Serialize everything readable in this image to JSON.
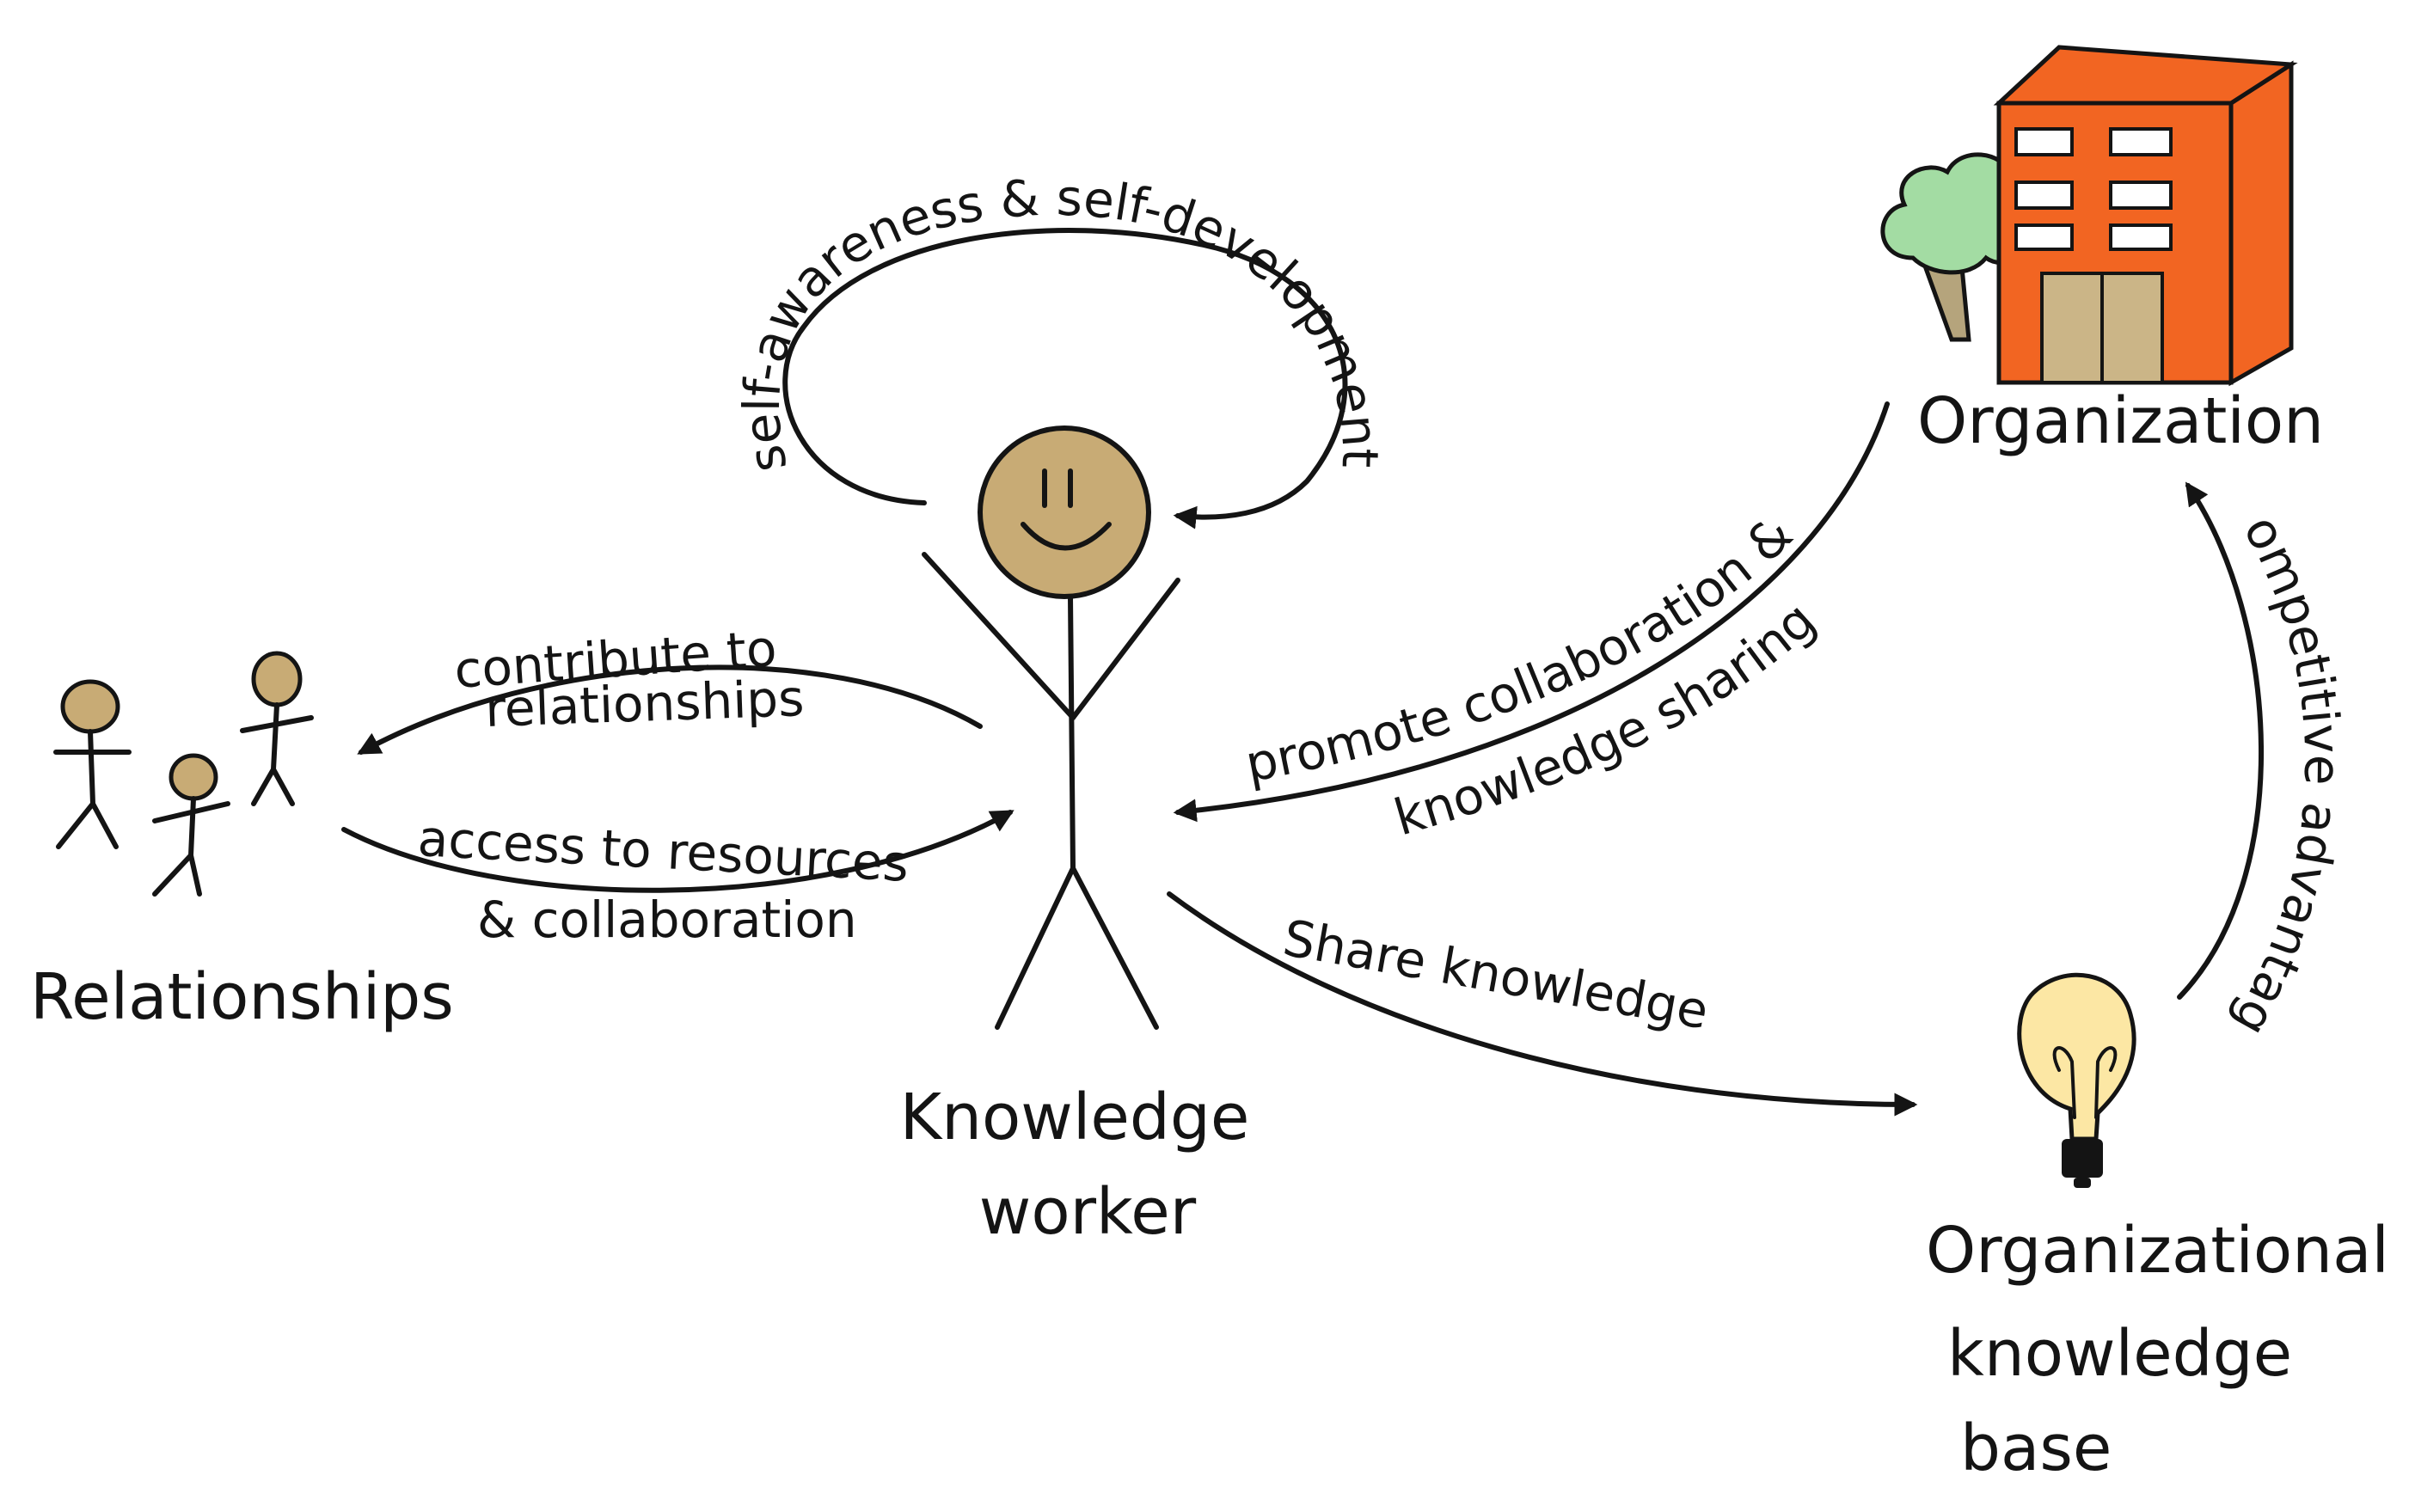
{
  "nodes": {
    "worker": {
      "line1": "Knowledge",
      "line2": "worker"
    },
    "relationships": {
      "label": "Relationships"
    },
    "organization": {
      "label": "Organization"
    },
    "kb": {
      "line1": "Organizational",
      "line2": "knowledge",
      "line3": "base"
    }
  },
  "edges": {
    "self_loop": "self-awareness & self-development",
    "contribute": {
      "line1": "contribute to",
      "line2": "relationships"
    },
    "access": {
      "line1": "access to resources",
      "line2": "& collaboration"
    },
    "promote": {
      "line1": "promote collaboration &",
      "line2": "knowledge sharing"
    },
    "share": "Share knowledge",
    "competitive": "Competitive advantage"
  },
  "colors": {
    "ink": "#141414",
    "skin": "#c8ab75",
    "building": "#f26522",
    "door": "#cbb587",
    "tree": "#a3dca3",
    "trunk": "#b5a47c",
    "bulb": "#fce7a4"
  }
}
